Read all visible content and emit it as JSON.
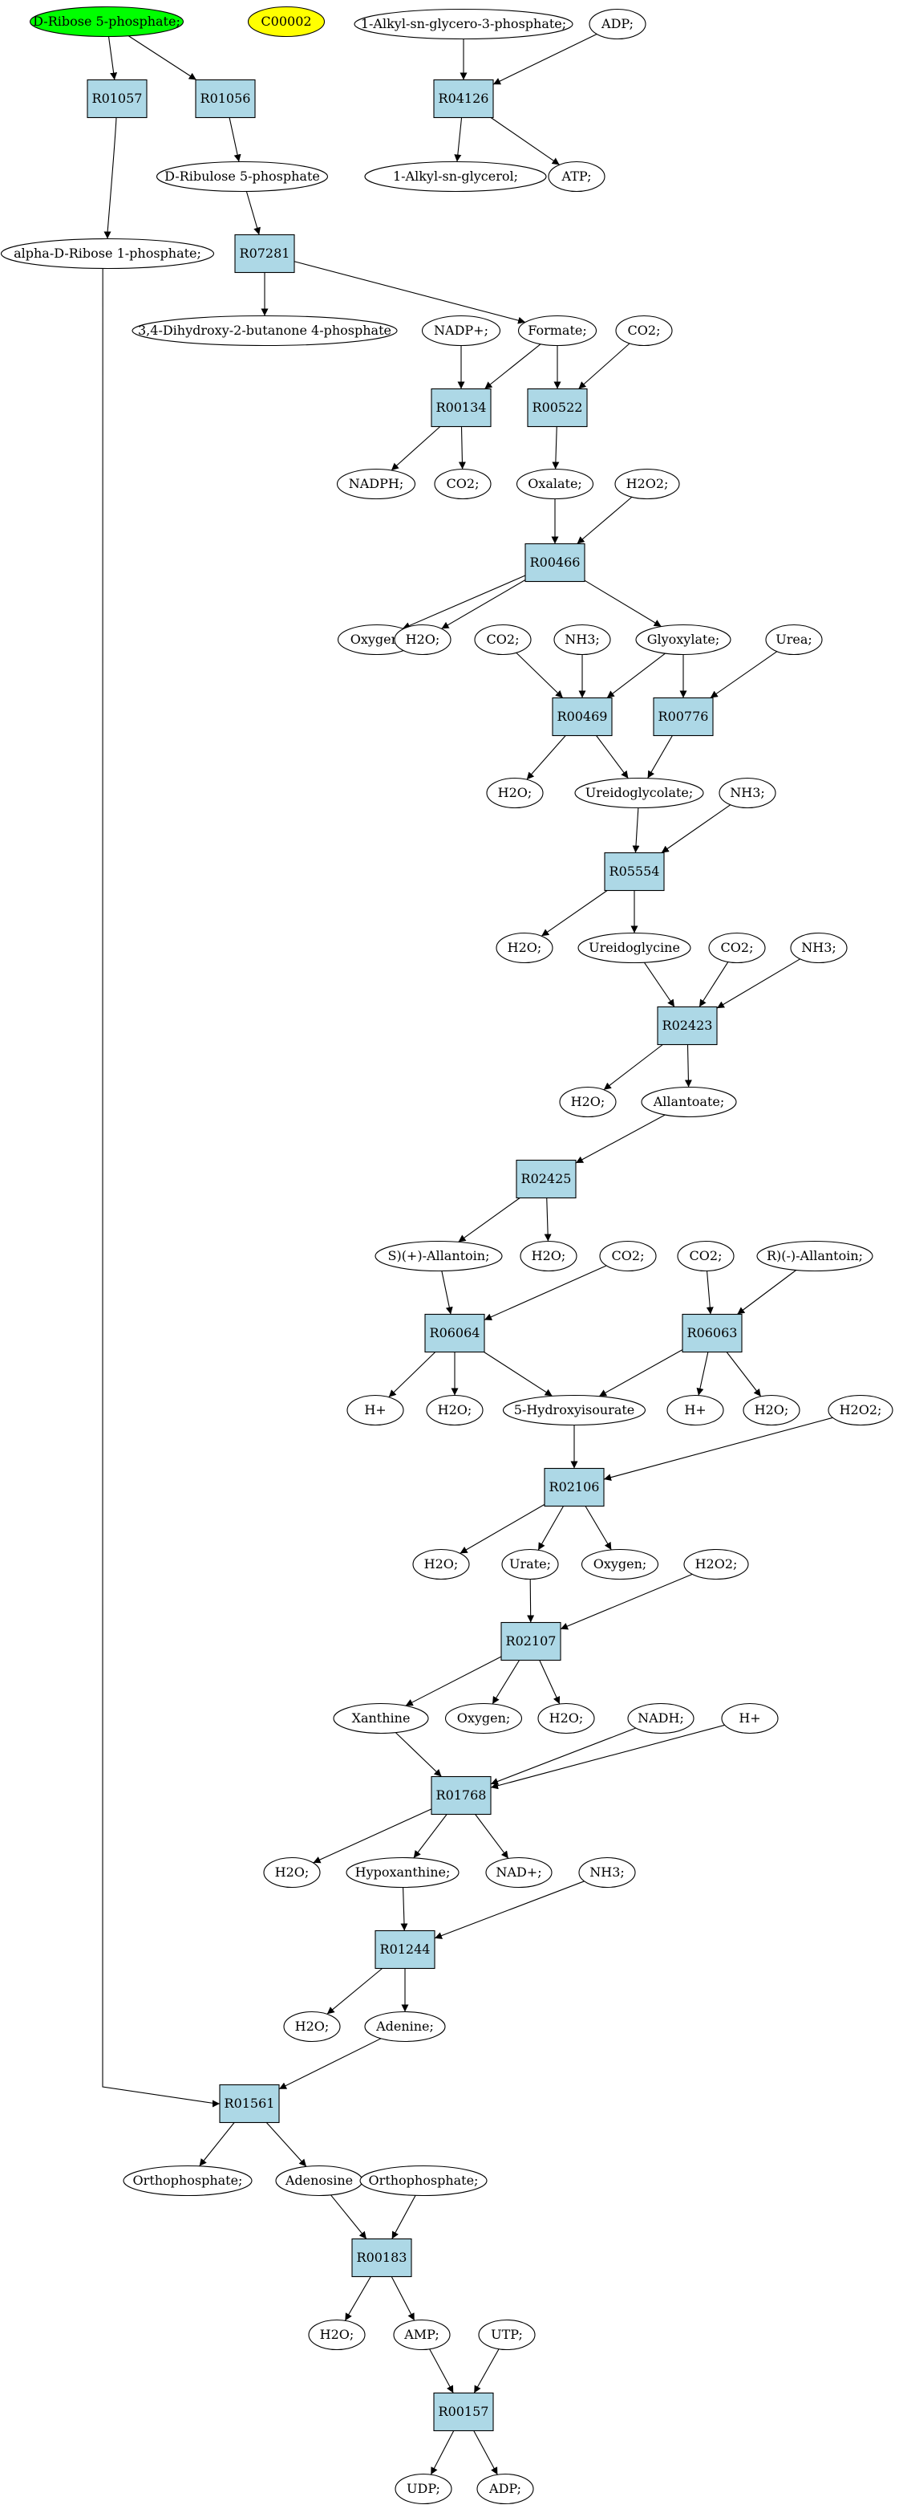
{
  "colors": {
    "reaction_fill": "#add8e6",
    "start_compound_fill": "#00ff00",
    "highlight_compound_fill": "#ffff00",
    "compound_fill": "#ffffff",
    "stroke": "#000000"
  },
  "nodes": [
    {
      "id": "rib5p",
      "label": "D-Ribose 5-phosphate;",
      "kind": "compound",
      "fill": "start"
    },
    {
      "id": "c00002",
      "label": "C00002",
      "kind": "compound",
      "fill": "highlight"
    },
    {
      "id": "r01057",
      "label": "R01057",
      "kind": "reaction"
    },
    {
      "id": "r01056",
      "label": "R01056",
      "kind": "reaction"
    },
    {
      "id": "ru5p",
      "label": "D-Ribulose 5-phosphate",
      "kind": "compound"
    },
    {
      "id": "ar1p",
      "label": "alpha-D-Ribose 1-phosphate;",
      "kind": "compound"
    },
    {
      "id": "r07281",
      "label": "R07281",
      "kind": "reaction"
    },
    {
      "id": "dhbp",
      "label": "3,4-Dihydroxy-2-butanone 4-phosphate",
      "kind": "compound"
    },
    {
      "id": "alkylg3p",
      "label": "1-Alkyl-sn-glycero-3-phosphate;",
      "kind": "compound"
    },
    {
      "id": "adp1",
      "label": "ADP;",
      "kind": "compound"
    },
    {
      "id": "r04126",
      "label": "R04126",
      "kind": "reaction"
    },
    {
      "id": "alkylg",
      "label": "1-Alkyl-sn-glycerol;",
      "kind": "compound"
    },
    {
      "id": "atp",
      "label": "ATP;",
      "kind": "compound"
    },
    {
      "id": "nadp",
      "label": "NADP+;",
      "kind": "compound"
    },
    {
      "id": "formate",
      "label": "Formate;",
      "kind": "compound"
    },
    {
      "id": "co2_a",
      "label": "CO2;",
      "kind": "compound"
    },
    {
      "id": "r00134",
      "label": "R00134",
      "kind": "reaction"
    },
    {
      "id": "r00522",
      "label": "R00522",
      "kind": "reaction"
    },
    {
      "id": "nadph",
      "label": "NADPH;",
      "kind": "compound"
    },
    {
      "id": "co2_b",
      "label": "CO2;",
      "kind": "compound"
    },
    {
      "id": "oxalate",
      "label": "Oxalate;",
      "kind": "compound"
    },
    {
      "id": "h2o2_a",
      "label": "H2O2;",
      "kind": "compound"
    },
    {
      "id": "r00466",
      "label": "R00466",
      "kind": "reaction"
    },
    {
      "id": "oxygen_a",
      "label": "Oxygen;",
      "kind": "compound"
    },
    {
      "id": "h2o_a",
      "label": "H2O;",
      "kind": "compound"
    },
    {
      "id": "co2_c",
      "label": "CO2;",
      "kind": "compound"
    },
    {
      "id": "nh3_a",
      "label": "NH3;",
      "kind": "compound"
    },
    {
      "id": "glyox",
      "label": "Glyoxylate;",
      "kind": "compound"
    },
    {
      "id": "urea",
      "label": "Urea;",
      "kind": "compound"
    },
    {
      "id": "r00469",
      "label": "R00469",
      "kind": "reaction"
    },
    {
      "id": "r00776",
      "label": "R00776",
      "kind": "reaction"
    },
    {
      "id": "h2o_b",
      "label": "H2O;",
      "kind": "compound"
    },
    {
      "id": "ureidoglycolate",
      "label": "Ureidoglycolate;",
      "kind": "compound"
    },
    {
      "id": "nh3_b",
      "label": "NH3;",
      "kind": "compound"
    },
    {
      "id": "r05554",
      "label": "R05554",
      "kind": "reaction"
    },
    {
      "id": "h2o_c",
      "label": "H2O;",
      "kind": "compound"
    },
    {
      "id": "ureidoglycine",
      "label": "Ureidoglycine",
      "kind": "compound"
    },
    {
      "id": "co2_d",
      "label": "CO2;",
      "kind": "compound"
    },
    {
      "id": "nh3_c",
      "label": "NH3;",
      "kind": "compound"
    },
    {
      "id": "r02423",
      "label": "R02423",
      "kind": "reaction"
    },
    {
      "id": "h2o_d",
      "label": "H2O;",
      "kind": "compound"
    },
    {
      "id": "allantoate",
      "label": "Allantoate;",
      "kind": "compound"
    },
    {
      "id": "r02425",
      "label": "R02425",
      "kind": "reaction"
    },
    {
      "id": "s_allantoin",
      "label": "S)(+)-Allantoin;",
      "kind": "compound"
    },
    {
      "id": "h2o_e",
      "label": "H2O;",
      "kind": "compound"
    },
    {
      "id": "co2_e",
      "label": "CO2;",
      "kind": "compound"
    },
    {
      "id": "co2_f",
      "label": "CO2;",
      "kind": "compound"
    },
    {
      "id": "r_allantoin",
      "label": "R)(-)-Allantoin;",
      "kind": "compound"
    },
    {
      "id": "r06064",
      "label": "R06064",
      "kind": "reaction"
    },
    {
      "id": "r06063",
      "label": "R06063",
      "kind": "reaction"
    },
    {
      "id": "hplus_a",
      "label": "H+",
      "kind": "compound"
    },
    {
      "id": "h2o_f",
      "label": "H2O;",
      "kind": "compound"
    },
    {
      "id": "hiu",
      "label": "5-Hydroxyisourate",
      "kind": "compound"
    },
    {
      "id": "hplus_b",
      "label": "H+",
      "kind": "compound"
    },
    {
      "id": "h2o_g",
      "label": "H2O;",
      "kind": "compound"
    },
    {
      "id": "h2o2_b",
      "label": "H2O2;",
      "kind": "compound"
    },
    {
      "id": "r02106",
      "label": "R02106",
      "kind": "reaction"
    },
    {
      "id": "h2o_h",
      "label": "H2O;",
      "kind": "compound"
    },
    {
      "id": "urate",
      "label": "Urate;",
      "kind": "compound"
    },
    {
      "id": "oxygen_b",
      "label": "Oxygen;",
      "kind": "compound"
    },
    {
      "id": "h2o2_c",
      "label": "H2O2;",
      "kind": "compound"
    },
    {
      "id": "r02107",
      "label": "R02107",
      "kind": "reaction"
    },
    {
      "id": "xanthine",
      "label": "Xanthine",
      "kind": "compound"
    },
    {
      "id": "oxygen_c",
      "label": "Oxygen;",
      "kind": "compound"
    },
    {
      "id": "h2o_i",
      "label": "H2O;",
      "kind": "compound"
    },
    {
      "id": "nadh",
      "label": "NADH;",
      "kind": "compound"
    },
    {
      "id": "hplus_c",
      "label": "H+",
      "kind": "compound"
    },
    {
      "id": "r01768",
      "label": "R01768",
      "kind": "reaction"
    },
    {
      "id": "h2o_j",
      "label": "H2O;",
      "kind": "compound"
    },
    {
      "id": "hypoxanthine",
      "label": "Hypoxanthine;",
      "kind": "compound"
    },
    {
      "id": "nadplus",
      "label": "NAD+;",
      "kind": "compound"
    },
    {
      "id": "nh3_d",
      "label": "NH3;",
      "kind": "compound"
    },
    {
      "id": "r01244",
      "label": "R01244",
      "kind": "reaction"
    },
    {
      "id": "h2o_k",
      "label": "H2O;",
      "kind": "compound"
    },
    {
      "id": "adenine",
      "label": "Adenine;",
      "kind": "compound"
    },
    {
      "id": "r01561",
      "label": "R01561",
      "kind": "reaction"
    },
    {
      "id": "ortho_a",
      "label": "Orthophosphate;",
      "kind": "compound"
    },
    {
      "id": "adenosine",
      "label": "Adenosine",
      "kind": "compound"
    },
    {
      "id": "ortho_b",
      "label": "Orthophosphate;",
      "kind": "compound"
    },
    {
      "id": "r00183",
      "label": "R00183",
      "kind": "reaction"
    },
    {
      "id": "h2o_l",
      "label": "H2O;",
      "kind": "compound"
    },
    {
      "id": "amp",
      "label": "AMP;",
      "kind": "compound"
    },
    {
      "id": "utp",
      "label": "UTP;",
      "kind": "compound"
    },
    {
      "id": "r00157",
      "label": "R00157",
      "kind": "reaction"
    },
    {
      "id": "udp",
      "label": "UDP;",
      "kind": "compound"
    },
    {
      "id": "adp2",
      "label": "ADP;",
      "kind": "compound"
    }
  ],
  "edges": [
    [
      "rib5p",
      "r01057"
    ],
    [
      "rib5p",
      "r01056"
    ],
    [
      "r01057",
      "ar1p"
    ],
    [
      "r01056",
      "ru5p"
    ],
    [
      "ru5p",
      "r07281"
    ],
    [
      "r07281",
      "dhbp"
    ],
    [
      "r07281",
      "formate"
    ],
    [
      "alkylg3p",
      "r04126"
    ],
    [
      "adp1",
      "r04126"
    ],
    [
      "r04126",
      "alkylg"
    ],
    [
      "r04126",
      "atp"
    ],
    [
      "nadp",
      "r00134"
    ],
    [
      "formate",
      "r00134"
    ],
    [
      "formate",
      "r00522"
    ],
    [
      "co2_a",
      "r00522"
    ],
    [
      "r00134",
      "nadph"
    ],
    [
      "r00134",
      "co2_b"
    ],
    [
      "r00522",
      "oxalate"
    ],
    [
      "oxalate",
      "r00466"
    ],
    [
      "h2o2_a",
      "r00466"
    ],
    [
      "r00466",
      "oxygen_a"
    ],
    [
      "r00466",
      "h2o_a"
    ],
    [
      "r00466",
      "glyox"
    ],
    [
      "co2_c",
      "r00469"
    ],
    [
      "nh3_a",
      "r00469"
    ],
    [
      "glyox",
      "r00469"
    ],
    [
      "glyox",
      "r00776"
    ],
    [
      "urea",
      "r00776"
    ],
    [
      "r00469",
      "h2o_b"
    ],
    [
      "r00469",
      "ureidoglycolate"
    ],
    [
      "r00776",
      "ureidoglycolate"
    ],
    [
      "ureidoglycolate",
      "r05554"
    ],
    [
      "nh3_b",
      "r05554"
    ],
    [
      "r05554",
      "h2o_c"
    ],
    [
      "r05554",
      "ureidoglycine"
    ],
    [
      "ureidoglycine",
      "r02423"
    ],
    [
      "co2_d",
      "r02423"
    ],
    [
      "nh3_c",
      "r02423"
    ],
    [
      "r02423",
      "h2o_d"
    ],
    [
      "r02423",
      "allantoate"
    ],
    [
      "allantoate",
      "r02425"
    ],
    [
      "r02425",
      "s_allantoin"
    ],
    [
      "r02425",
      "h2o_e"
    ],
    [
      "s_allantoin",
      "r06064"
    ],
    [
      "co2_e",
      "r06064"
    ],
    [
      "co2_f",
      "r06063"
    ],
    [
      "r_allantoin",
      "r06063"
    ],
    [
      "r06064",
      "hplus_a"
    ],
    [
      "r06064",
      "h2o_f"
    ],
    [
      "r06064",
      "hiu"
    ],
    [
      "r06063",
      "hiu"
    ],
    [
      "r06063",
      "hplus_b"
    ],
    [
      "r06063",
      "h2o_g"
    ],
    [
      "hiu",
      "r02106"
    ],
    [
      "h2o2_b",
      "r02106"
    ],
    [
      "r02106",
      "h2o_h"
    ],
    [
      "r02106",
      "urate"
    ],
    [
      "r02106",
      "oxygen_b"
    ],
    [
      "urate",
      "r02107"
    ],
    [
      "h2o2_c",
      "r02107"
    ],
    [
      "r02107",
      "xanthine"
    ],
    [
      "r02107",
      "oxygen_c"
    ],
    [
      "r02107",
      "h2o_i"
    ],
    [
      "xanthine",
      "r01768"
    ],
    [
      "nadh",
      "r01768"
    ],
    [
      "hplus_c",
      "r01768"
    ],
    [
      "r01768",
      "h2o_j"
    ],
    [
      "r01768",
      "hypoxanthine"
    ],
    [
      "r01768",
      "nadplus"
    ],
    [
      "hypoxanthine",
      "r01244"
    ],
    [
      "nh3_d",
      "r01244"
    ],
    [
      "r01244",
      "h2o_k"
    ],
    [
      "r01244",
      "adenine"
    ],
    [
      "ar1p",
      "r01561"
    ],
    [
      "adenine",
      "r01561"
    ],
    [
      "r01561",
      "ortho_a"
    ],
    [
      "r01561",
      "adenosine"
    ],
    [
      "adenosine",
      "r00183"
    ],
    [
      "ortho_b",
      "r00183"
    ],
    [
      "r00183",
      "h2o_l"
    ],
    [
      "r00183",
      "amp"
    ],
    [
      "amp",
      "r00157"
    ],
    [
      "utp",
      "r00157"
    ],
    [
      "r00157",
      "udp"
    ],
    [
      "r00157",
      "adp2"
    ]
  ]
}
